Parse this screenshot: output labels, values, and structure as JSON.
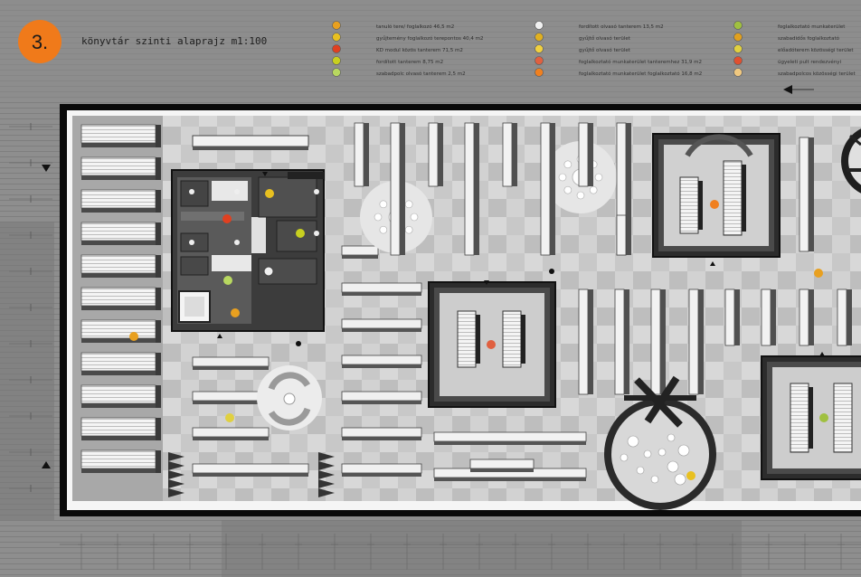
{
  "header": {
    "number": "3.",
    "title": "könyvtár szinti alaprajz m1:100"
  },
  "legend": [
    {
      "color": "#e8a020",
      "text": "tanuló tere/ foglalkozó 46,5 m2"
    },
    {
      "color": "#e8c020",
      "text": "gyűjtemény foglalkozó terepontos 40,4 m2"
    },
    {
      "color": "#e04020",
      "text": "KD modul közös tanterem 71,5 m2"
    },
    {
      "color": "#c8d020",
      "text": "fordított tanterem 8,75 m2"
    },
    {
      "color": "#b8d860",
      "text": "szabadpolc olvasó tanterem 2,5 m2"
    },
    {
      "color": "#f0f0f0",
      "text": "fordított olvasó tanterem 13,5 m2"
    },
    {
      "color": "#e0b020",
      "text": "gyűjtő olvasó terület"
    },
    {
      "color": "#f0d040",
      "text": "gyűjtő olvasó terület"
    },
    {
      "color": "#e06040",
      "text": "foglalkoztató munkaterület tanteremhez 31,9 m2"
    },
    {
      "color": "#f08020",
      "text": "foglalkoztató munkaterület foglalkoztató 16,8 m2"
    },
    {
      "color": "#a0c040",
      "text": "foglalkoztató munkaterület"
    },
    {
      "color": "#e0a020",
      "text": "szabadidős foglalkoztató"
    },
    {
      "color": "#e0d040",
      "text": "előadóterem közösségi terület"
    },
    {
      "color": "#e05030",
      "text": "ügyeleti pult rendezvényi"
    },
    {
      "color": "#f0c880",
      "text": "szabadpolcos közösségi terület"
    }
  ]
}
